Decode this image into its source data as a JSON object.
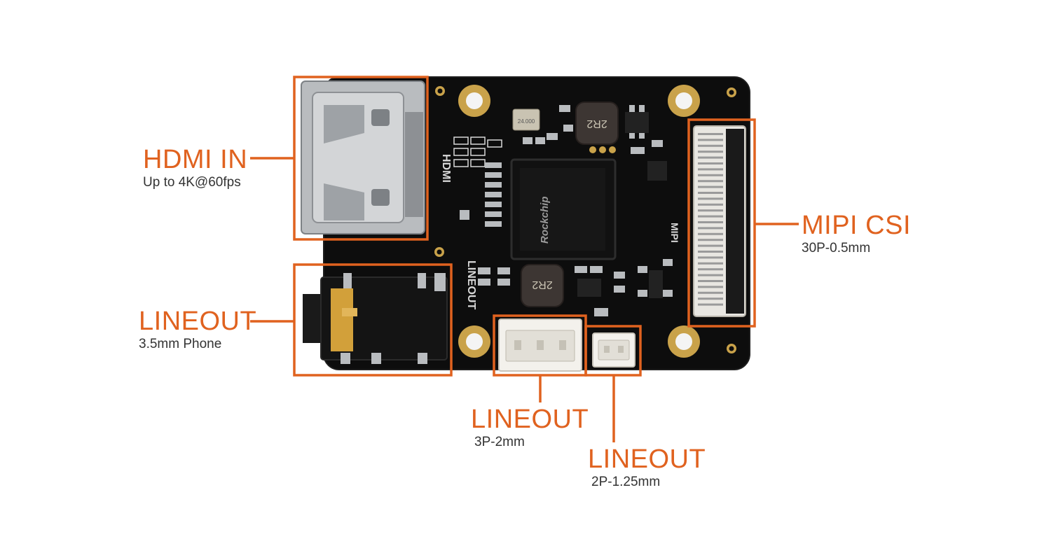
{
  "colors": {
    "accent": "#e0621f",
    "board": "#0d0d0d",
    "board_edge": "#1e1e1e",
    "gold": "#c9a24a",
    "silk": "#d8d8d8",
    "connector_white": "#f3f1ec",
    "metal": "#b9bcbf"
  },
  "board": {
    "hdmi_silkscreen": "HDMI",
    "lineout_silkscreen": "LINEOUT",
    "mipi_silkscreen": "MIPI",
    "chip_brand": "Rockchip",
    "inductor_top_marking": "2R2",
    "inductor_bottom_marking": "2R2",
    "crystal_marking": "24.000"
  },
  "callouts": {
    "hdmi": {
      "title": "HDMI IN",
      "subtitle": "Up to 4K@60fps"
    },
    "mipi": {
      "title": "MIPI CSI",
      "subtitle": "30P-0.5mm"
    },
    "jack": {
      "title": "LINEOUT",
      "subtitle": "3.5mm Phone"
    },
    "conn3p": {
      "title": "LINEOUT",
      "subtitle": "3P-2mm"
    },
    "conn2p": {
      "title": "LINEOUT",
      "subtitle": "2P-1.25mm"
    }
  }
}
